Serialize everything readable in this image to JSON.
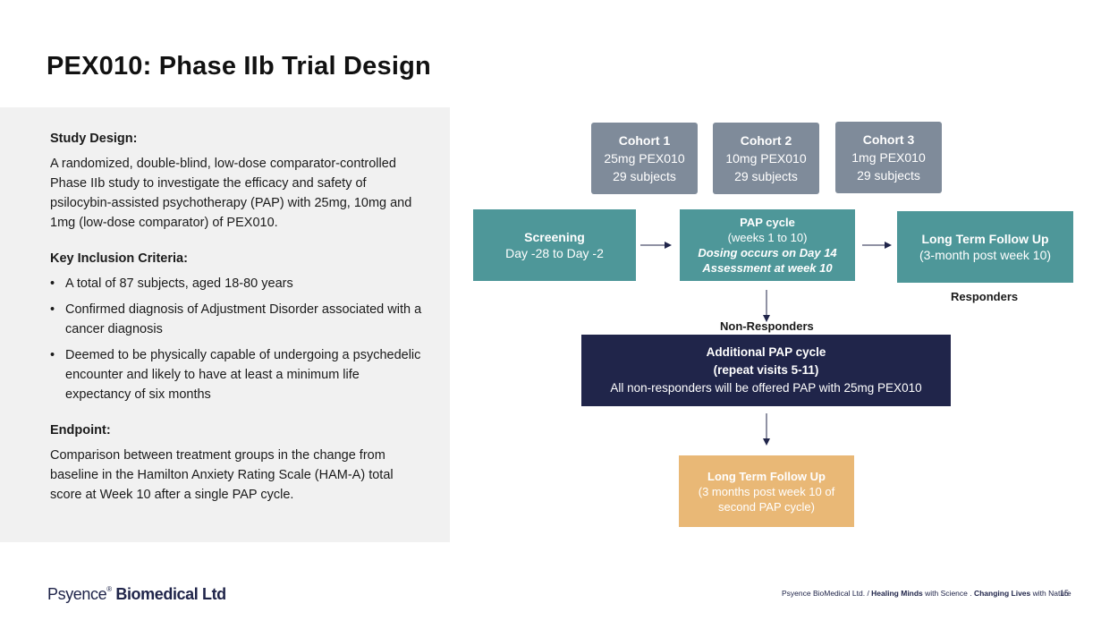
{
  "title": "PEX010: Phase IIb Trial Design",
  "study": {
    "design_heading": "Study Design:",
    "design_text": "A randomized, double-blind, low-dose comparator-controlled Phase IIb study to investigate the efficacy and safety of psilocybin-assisted psychotherapy (PAP) with 25mg, 10mg and 1mg (low-dose comparator) of PEX010.",
    "criteria_heading": "Key Inclusion Criteria:",
    "bullet_glyph": "•",
    "criteria": [
      "A total of 87 subjects, aged 18-80 years",
      "Confirmed diagnosis of Adjustment Disorder associated with a cancer diagnosis",
      "Deemed to be physically capable of undergoing a psychedelic encounter and likely to have at least a minimum life expectancy of six months"
    ],
    "endpoint_heading": "Endpoint:",
    "endpoint_text": "Comparison between treatment groups in the change from baseline in the Hamilton Anxiety Rating Scale (HAM-A) total score at Week 10 after a single PAP cycle."
  },
  "cohorts": [
    {
      "name": "Cohort 1",
      "dose": "25mg PEX010",
      "subjects": "29 subjects"
    },
    {
      "name": "Cohort 2",
      "dose": "10mg PEX010",
      "subjects": "29 subjects"
    },
    {
      "name": "Cohort 3",
      "dose": "1mg PEX010",
      "subjects": "29 subjects"
    }
  ],
  "screening": {
    "title": "Screening",
    "subtitle": "Day -28 to Day -2"
  },
  "pap": {
    "title": "PAP cycle",
    "subtitle": "(weeks 1 to 10)",
    "note1": "Dosing occurs on Day 14",
    "note2": "Assessment at week 10"
  },
  "followup": {
    "title": "Long Term Follow Up",
    "subtitle": "(3-month post week 10)"
  },
  "responders_label": "Responders",
  "non_responders_label": "Non-Responders",
  "additional": {
    "title": "Additional PAP cycle",
    "subtitle": "(repeat visits 5-11)",
    "text": "All non-responders will be offered PAP with 25mg PEX010"
  },
  "followup2": {
    "title": "Long Term Follow Up",
    "line1": "(3 months post week 10 of",
    "line2": "second PAP cycle)"
  },
  "footer": {
    "logo_part1": "Psyence",
    "logo_tm": "®",
    "logo_part2": " Biomedical Ltd",
    "company": "Psyence BioMedical Ltd. / ",
    "h1": "Healing Minds",
    "t1": " with Science . ",
    "h2": "Changing Lives",
    "t2": " with Nature",
    "page": "15"
  },
  "colors": {
    "cohort": "#7f8b9a",
    "teal": "#4e9799",
    "navy": "#20254a",
    "orange": "#e9b876",
    "panel": "#f1f1f1"
  }
}
